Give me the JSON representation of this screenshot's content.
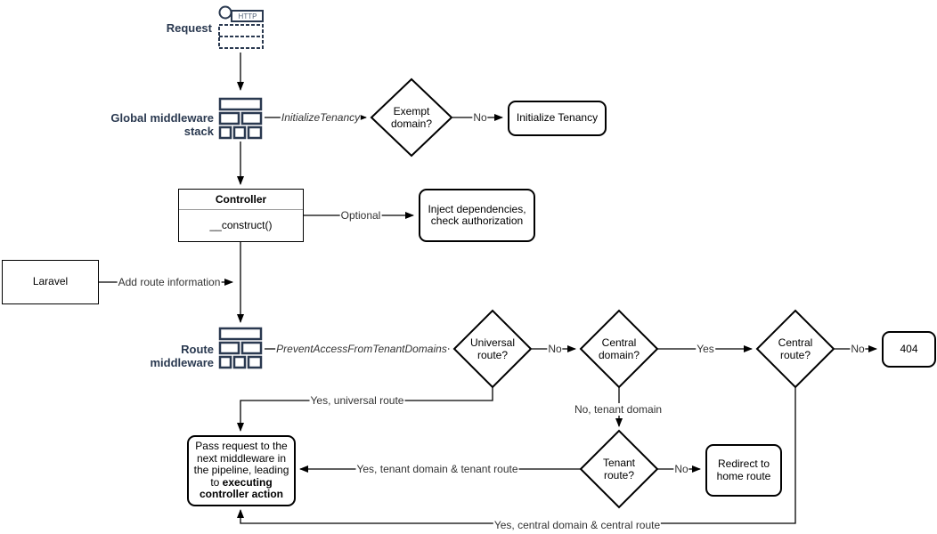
{
  "colors": {
    "navy": "#2a3950",
    "line": "#000000",
    "edge_label": "#333333",
    "shape_fill": "#ffffff"
  },
  "sections": {
    "request": {
      "label": "Request",
      "http": "HTTP"
    },
    "global_middleware": {
      "label": "Global middleware stack"
    },
    "route_middleware": {
      "label": "Route middleware"
    }
  },
  "nodes": {
    "laravel": {
      "label": "Laravel"
    },
    "controller": {
      "title": "Controller",
      "method": "__construct()"
    },
    "initialize_tenancy": {
      "label": "Initialize Tenancy"
    },
    "inject_dependencies": {
      "label": "Inject dependencies, check authorization"
    },
    "not_found": {
      "label": "404"
    },
    "redirect_home": {
      "label": "Redirect to home route"
    },
    "pass_request": {
      "text": "Pass request to the next middleware in the pipeline, leading to ",
      "bold": "executing controller action"
    }
  },
  "decisions": {
    "exempt_domain": {
      "label": "Exempt domain?"
    },
    "universal_route": {
      "label": "Universal route?"
    },
    "central_domain": {
      "label": "Central domain?"
    },
    "central_route": {
      "label": "Central route?"
    },
    "tenant_route": {
      "label": "Tenant route?"
    }
  },
  "edges": {
    "initialize_tenancy_middleware": "InitializeTenancy",
    "prevent_access_middleware": "PreventAccessFromTenantDomains",
    "exempt_no": "No",
    "optional": "Optional",
    "add_route_information": "Add route information",
    "universal_no": "No",
    "central_domain_yes": "Yes",
    "central_route_no": "No",
    "universal_yes": "Yes, universal route",
    "tenant_domain_no": "No, tenant domain",
    "tenant_yes": "Yes, tenant domain & tenant route",
    "tenant_no": "No",
    "central_yes": "Yes, central domain & central route"
  }
}
